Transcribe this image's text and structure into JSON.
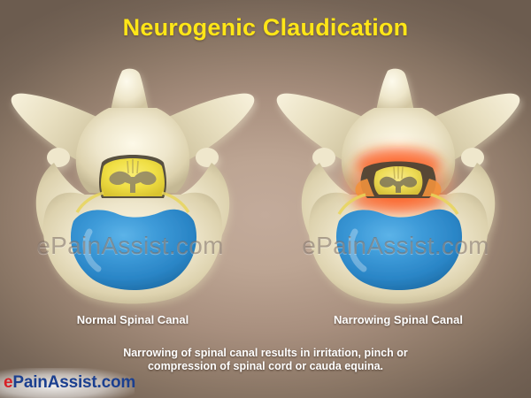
{
  "title": "Neurogenic Claudication",
  "figures": [
    {
      "id": "normal",
      "label": "Normal Spinal Canal",
      "watermark": "ePainAssist.com",
      "inflamed": false
    },
    {
      "id": "narrowing",
      "label": "Narrowing Spinal Canal",
      "watermark": "ePainAssist.com",
      "inflamed": true
    }
  ],
  "caption": {
    "line1": "Narrowing of spinal canal results in irritation, pinch or",
    "line2": "compression of spinal cord or cauda equina."
  },
  "logo": {
    "prefix": "e",
    "rest": "PainAssist.com"
  },
  "colors": {
    "title": "#ffe617",
    "bone": "#ece4c8",
    "bone_shadow": "#c9bd98",
    "disc": "#2e8fd0",
    "disc_light": "#57aee4",
    "cord": "#f2e24a",
    "cord_dark": "#8d8267",
    "inflammation": "#ff3b10",
    "background_center": "#bda593",
    "background_edge": "#6c5c4f",
    "label_text": "#ffffff",
    "logo_e": "#d62026",
    "logo_rest": "#1b3f8f"
  }
}
